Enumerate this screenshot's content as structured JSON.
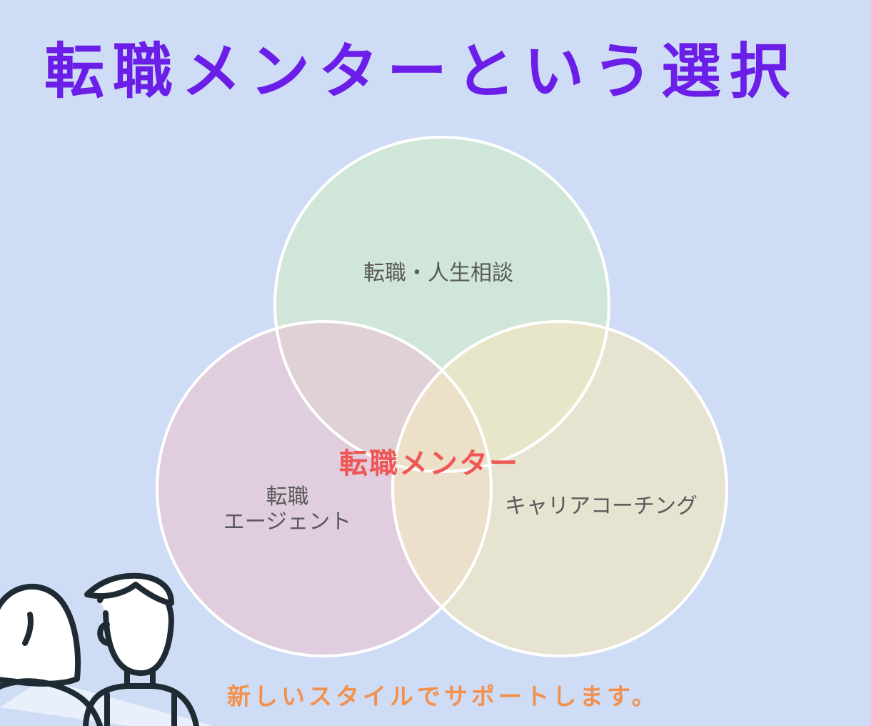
{
  "title": "転職メンターという選択",
  "venn": {
    "top": {
      "label": "転職・人生相談",
      "color": "#d0e6d6"
    },
    "left": {
      "label_line1": "転職",
      "label_line2": "エージェント",
      "color": "#e6c9d6"
    },
    "right": {
      "label": "キャリアコーチング",
      "color": "#f0e6c3"
    },
    "center_label": "転職メンター",
    "center_color": "#ef5656",
    "outline_color": "#ffffff"
  },
  "tagline": "新しいスタイルでサポートします。",
  "colors": {
    "background": "#cfdcf5",
    "title": "#6a1ee8",
    "tagline": "#f2914d",
    "label_text": "#5a5a5a"
  },
  "icons": {
    "illustration": "two-people-icon"
  }
}
